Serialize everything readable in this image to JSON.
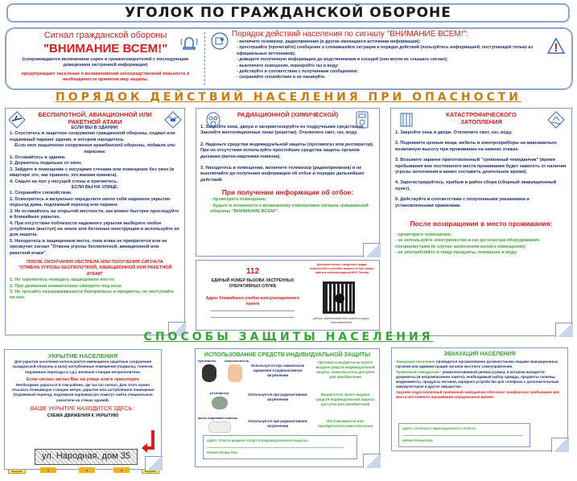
{
  "title": "УГОЛОК ПО ГРАЖДАНСКОЙ ОБОРОНЕ",
  "signal": {
    "heading": "Сигнал гражданской обороны",
    "name": "\"ВНИМАНИЕ ВСЕМ!\"",
    "note": "(сопровождается включением сирен и громкоговорителей с последующим доведением экстренной информации)",
    "warning": "предупреждает население о возникновении непосредственной опасности и необходимости принятия мер защиты.",
    "actions_heading": "Порядок действий населения  по сигналу \"ВНИМАНИЕ ВСЕМ!\":",
    "actions": [
      "- включите телевизор, радиоприемник (и другие имеющиеся источники информации);",
      "- прослушайте (прочитайте) сообщение о сложившейся ситуации и порядке действий (пользуйтесь информацией, поступающей только из официальных источников);",
      "- доведите полученную информацию до родственников и соседей (они могли не слышать сигнал);",
      "- выключите освещение, перекройте газ и воду;",
      "- действуйте в соответствии с полученным сообщением;",
      "- сохраняйте спокойствие и не паникуйте."
    ]
  },
  "section1": "ПОРЯДОК ДЕЙСТВИЙ НАСЕЛЕНИЯ ПРИ ОПАСНОСТИ",
  "attack": {
    "title": "БЕСПИЛОТНОЙ, АВИАЦИОННОЙ ИЛИ РАКЕТНОЙ АТАКИ",
    "in_building": "ЕСЛИ ВЫ В ЗДАНИИ:",
    "b1": "1. Спуститесь в защитное сооружение гражданской обороны, подвал или подземный паркинг здания, в котором находитесь.",
    "no_shelter": "Если нет защитного сооружения гражданской обороны, подвала или паркинга:",
    "b_items": [
      "1. Оставайтесь в здании.",
      "2. Держитесь подальше от окон.",
      "3. Зайдите в помещение с несущими стенами или помещение без окон (в квартире это, как правило, это ванная комната).",
      "4. Сядьте на пол у несущей стены и пригнитесь."
    ],
    "outside": "ЕСЛИ ВЫ НА УЛИЦЕ:",
    "o_items": [
      "1. Сохраняйте спокойствие.",
      "2. Осмотритесь и визуально определите около себя надежное укрытие: подъезд дома, подземный переход или паркинг.",
      "3. Не оставайтесь на открытой местности, как можно быстрее проследуйте в ближайшее укрытие.",
      "4. При отсутствии поблизости надежного укрытия выберите любое углубление (выступ) на земле или бетонные конструкции и используйте их для защиты.",
      "5. Находитесь в защищенном месте, пока атака не прекратится или не прозвучит сигнал \"Отмена угрозы беспилотной, авиационной или ракетной атаки\"."
    ],
    "after": "ПОСЛЕ ОКОНЧАНИЯ ОБСТРЕЛА ИЛИ ПОЛУЧЕНИЯ СИГНАЛА \"ОТМЕНА УГРОЗЫ БЕСПИЛОТНОЙ, АВИАЦИОННОЙ ИЛИ РАКЕТНОЙ АТАКИ\"",
    "a_items": [
      "1. Не торопитесь покидать защищенное место.",
      "2. При движении внимательно смотрите под ноги.",
      "3. Не трогайте неразорвавшиеся боеприпасы и предметы, не наступайте на них."
    ]
  },
  "radiation": {
    "title": "РАДИАЦИОННОЙ (ХИМИЧЕСКОЙ)",
    "items": [
      "1. Закройте окна, двери и загерметизируйте их подручными средствами. Заклейте вентиляционные люки (решетки). Отключите свет, газ, воду.",
      "2. Наденьте средства индивидуальной защиты (противогаз или респиратор). При их отсутствии используйте простейшие средства защиты органов дыхания (ватно-марлевая повязка).",
      "3. Находитесь в помещении, включите телевизор (радиоприемник) и не выключайте до получение  информации об отбое и порядке дальнейших действий."
    ],
    "clear_heading": "При получении информации об отбое:",
    "clear_items": [
      "- проветрите помещение;",
      "- будьте в готовности к возможному повторению сигнала  гражданской обороны \"ВНИМАНИЕ ВСЕМ!\"."
    ]
  },
  "emergency": {
    "number": "112",
    "label": "ЕДИНЫЙ НОМЕР ВЫЗОВА ЭКСТРЕННЫХ ОПЕРАТИВНЫХ СЛУЖБ",
    "address_label": "Адрес ближайшего учебно-консультационного пункта",
    "qr_note": "Дополнительные сведения о видах опасностей и способах защиты от них можно найти в сетевом издании МЧС России",
    "qr_caption": "(ресурс предназначен для широкого круга пользователей)"
  },
  "flood": {
    "title": "КАТАСТРОФИЧЕСКОГО ЗАТОПЛЕНИЯ",
    "items": [
      "1. Закройте окна и двери. Отключите свет, газ, воду.",
      "2. Поднимите ценные вещи, мебель и электроприборы на максимально возможную высоту при проживании на нижних этажах.",
      "3. Возьмите заранее приготовленный \"тревожный чемоданчик\" (время пребывания вне постоянного места проживания будет зависеть от наличия угрозы затопления и может составить длительное время).",
      "4. Зарегистрируйтесь, прибыв в район сбора (сборный эвакуационный пункт).",
      "5. Действуйте в соответствии с полученными указаниями и установленными правилами."
    ],
    "return_heading": "После возвращения в место проживания:",
    "return_items": [
      "- проветрите помещение;",
      "- не используйте электричество и газ до осмотра оборудования специалистами (в случае затопления жилого помещения);",
      "- не употребляйте в пищу продукты, попавшие в воду."
    ]
  },
  "section2": "СПОСОБЫ ЗАЩИТЫ НАСЕЛЕНИЯ",
  "shelter": {
    "title": "УКРЫТИЕ НАСЕЛЕНИЯ",
    "text": "Для укрытия населения используются имеющиеся защитные сооружения гражданской обороны  и (или) заглубленные помещения (подвалы, тоннели, подземные переходы и т.д.), включая станции метрополитена.",
    "street_heading": "Если сигнал застал Вас на улице или в транспорте",
    "street_text": "Необходимо укрыться в том районе, где застал сигнал. Для этого нужно отыскать ближайшую станцию метро, укрытие или заглубленное помещение (подземный переход, подземная парковка) (их помогут найти  специальные указатели на стенах зданий).",
    "here": "ВАШЕ УКРЫТИЕ НАХОДИТСЯ ЗДЕСЬ :",
    "scheme": "СХЕМА ДВИЖЕНИЯ К УКРЫТИЮ",
    "address": "ул. Народная, дом 35",
    "entrances": [
      "1",
      "2",
      "3"
    ],
    "exit": "Вход №1"
  },
  "ppe": {
    "title": "ИСПОЛЬЗОВАНИЕ СРЕДСТВ ИНДИВИДУАЛЬНОЙ ЗАЩИТЫ",
    "rows": [
      {
        "items": [
          "противогаз",
          "самоспасатель"
        ],
        "use": "Используется при химическом заражении и радиоактивном загрязнении",
        "get": "Противогаз выдается на пункте выдачи средств индивидуальной защиты, самоспасатель доступен для приобретения"
      },
      {
        "items": [
          "респиратор"
        ],
        "use": "Используется при радиоактивном загрязнении",
        "get": "Выдается на пункте выдачи средств индивидуальной защиты, доступен для приобретения"
      },
      {
        "items": [
          "ватно-марлевая повязка"
        ],
        "use": "Используется при радиоактивном загрязнении",
        "get": "Изготавливается или приобретается самостоятельно"
      }
    ],
    "address_label": "АДРЕС ПУНКТА ВЫДАЧИ СРЕДСТВ ИНДИВИДУАЛЬНОЙ ЗАЩИТЫ:",
    "time_label": "ВРЕМЯ ПРИБЫТИЯ:"
  },
  "evac": {
    "title": "ЭВАКУАЦИЯ НАСЕЛЕНИЯ",
    "t1a": "Эвакуация населения",
    "t1b": " проводится организованно должностными лицами эвакуационных органов или администраций органов местного самоуправления.",
    "t2a": "Тревожный чемоданчик",
    "t2b": " - укомплектованный рюкзак (сумка), в котором находятся: документы (в непромокаемом пакете), необходимый набор одежды, предметы гигиены, медикаменты, продукты питания, зарядное устройство для телефона с дополнительным аккумулятором и другое имущество.",
    "t3": "Заранее подготовленный тревожный чемоданчик обеспечит комфортное пребывание вне места постоянного проживания определенное время!",
    "address_label": "АДРЕС СБОРНОГО ЭВАКУАЦИОННОГО ПУНКТА:",
    "time_label": "ВРЕМЯ ПРИБЫТИЯ:"
  }
}
